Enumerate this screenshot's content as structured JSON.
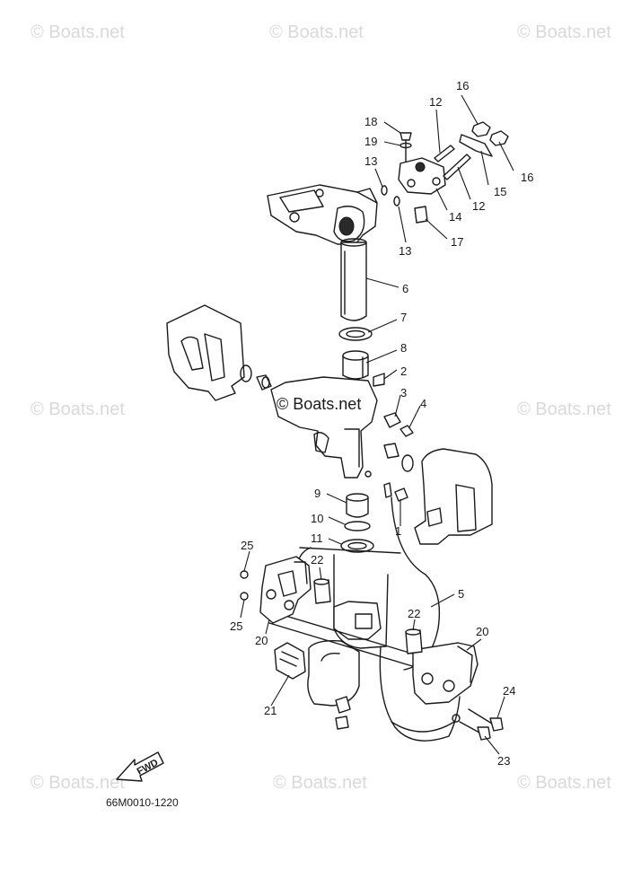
{
  "watermark": "© Boats.net",
  "diagram_code": "66M0010-1220",
  "fwd_label": "FWD",
  "callouts": {
    "c1": "1",
    "c2": "2",
    "c3": "3",
    "c4": "4",
    "c5": "5",
    "c6": "6",
    "c7": "7",
    "c8": "8",
    "c9": "9",
    "c10": "10",
    "c11": "11",
    "c12a": "12",
    "c12b": "12",
    "c13a": "13",
    "c13b": "13",
    "c14": "14",
    "c15": "15",
    "c16a": "16",
    "c16b": "16",
    "c17": "17",
    "c18": "18",
    "c19": "19",
    "c20a": "20",
    "c20b": "20",
    "c21": "21",
    "c22a": "22",
    "c22b": "22",
    "c23": "23",
    "c24": "24",
    "c25a": "25",
    "c25b": "25"
  }
}
